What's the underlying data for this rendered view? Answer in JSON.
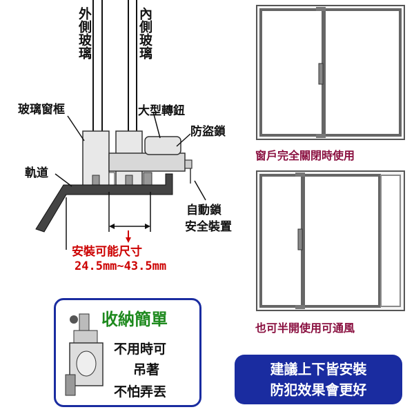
{
  "labels": {
    "outer_glass": "外側玻璃",
    "inner_glass": "內側玻璃",
    "glass_frame": "玻璃窗框",
    "big_knob": "大型轉鈕",
    "anti_theft_lock": "防盜鎖",
    "track": "軌道",
    "auto_lock_line1": "自動鎖",
    "auto_lock_line2": "安全裝置",
    "install_size_title": "安裝可能尺寸",
    "install_size_range": "24.5mm~43.5mm"
  },
  "windows": {
    "closed_caption": "窗戶完全關閉時使用",
    "half_open_caption": "也可半開使用可通風"
  },
  "storage": {
    "title": "收納簡單",
    "line1": "不用時可",
    "line2": "吊著",
    "line3": "不怕弄丟"
  },
  "recommendation": {
    "line1": "建議上下皆安裝",
    "line2": "防犯效果會更好"
  },
  "colors": {
    "accent_red": "#cc0000",
    "caption_maroon": "#8a1040",
    "box_blue": "#1a2ca0",
    "storage_green": "#1e8a1e"
  }
}
